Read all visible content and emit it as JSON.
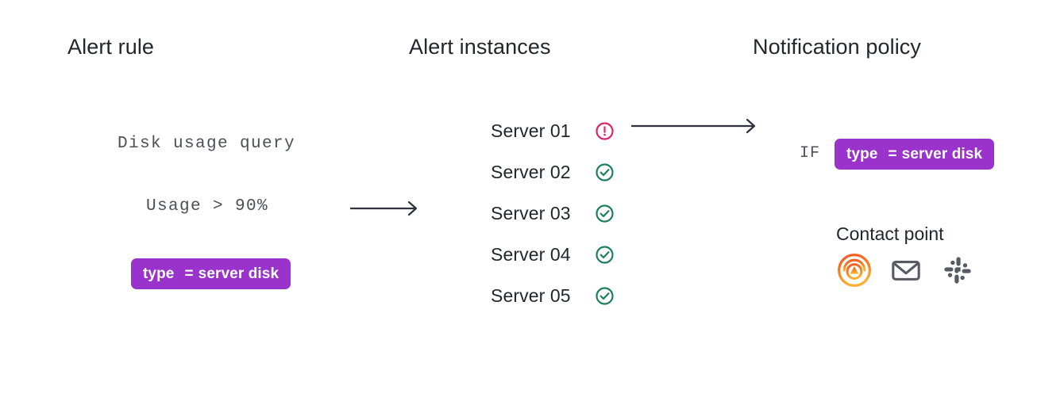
{
  "columns": {
    "alert_rule": {
      "title": "Alert rule",
      "query": "Disk usage query",
      "condition": "Usage > 90%",
      "label": {
        "key": "type",
        "op": "=",
        "value": "server disk"
      }
    },
    "alert_instances": {
      "title": "Alert instances",
      "rows": [
        {
          "name": "Server 01",
          "state": "alerting",
          "state_icon": "exclamation-circle-icon"
        },
        {
          "name": "Server 02",
          "state": "normal",
          "state_icon": "check-circle-icon"
        },
        {
          "name": "Server 03",
          "state": "normal",
          "state_icon": "check-circle-icon"
        },
        {
          "name": "Server 04",
          "state": "normal",
          "state_icon": "check-circle-icon"
        },
        {
          "name": "Server 05",
          "state": "normal",
          "state_icon": "check-circle-icon"
        }
      ]
    },
    "notification_policy": {
      "title": "Notification policy",
      "if_keyword": "IF",
      "matcher": {
        "key": "type",
        "op": "=",
        "value": "server disk"
      },
      "contact_point": {
        "title": "Contact point",
        "icons": [
          {
            "name": "grafana-logo-icon",
            "label": "Grafana"
          },
          {
            "name": "email-envelope-icon",
            "label": "Email"
          },
          {
            "name": "slack-logo-icon",
            "label": "Slack"
          }
        ]
      }
    }
  },
  "arrows": [
    {
      "name": "arrow-rule-to-instances"
    },
    {
      "name": "arrow-instance-to-policy"
    }
  ],
  "colors": {
    "text": "#24262e",
    "mono_text": "#4b4f57",
    "label_purple": "#9a33cc",
    "alerting_pink": "#e0226e",
    "normal_green": "#1f7f5c",
    "icon_gray": "#565a63",
    "grafana_orange": "#f05a28",
    "grafana_yellow": "#fbb034",
    "arrow": "#2f333d",
    "background": "#ffffff"
  }
}
